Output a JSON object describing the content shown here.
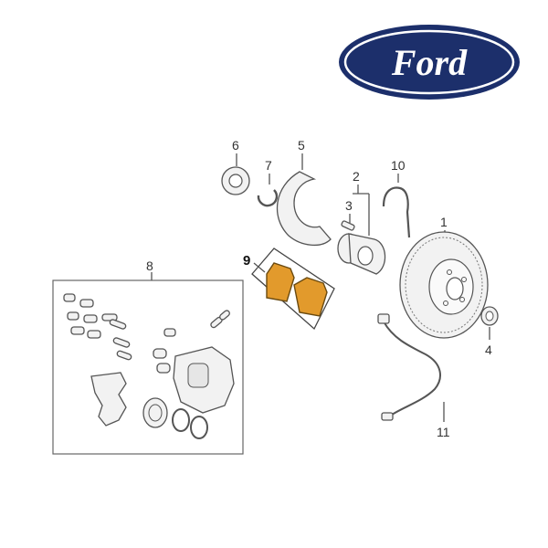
{
  "brand": {
    "logo_text": "Ford",
    "logo_bg": "#1c2f6b",
    "logo_ring": "#ffffff"
  },
  "callouts": {
    "c1": "1",
    "c2": "2",
    "c3": "3",
    "c4": "4",
    "c5": "5",
    "c6": "6",
    "c7": "7",
    "c8": "8",
    "c9": "9",
    "c10": "10",
    "c11": "11"
  },
  "colors": {
    "highlight_pad": "#e29a2c",
    "line": "#555555"
  }
}
